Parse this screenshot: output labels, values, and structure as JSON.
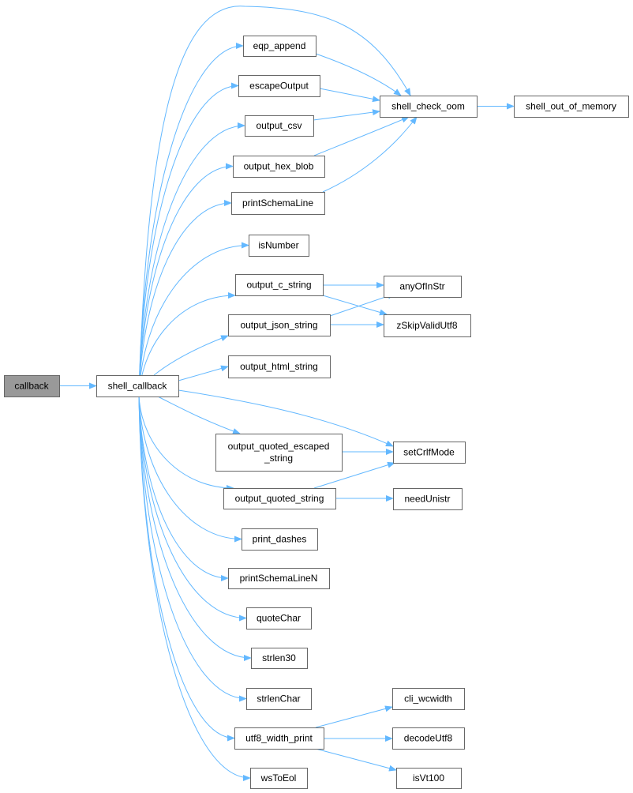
{
  "graph": {
    "edge_color": "#63b8ff",
    "node_border": "#666666",
    "node_fill": "#ffffff",
    "highlight_fill": "#999999",
    "nodes": [
      {
        "id": "callback",
        "lines": [
          "callback"
        ],
        "highlight": true
      },
      {
        "id": "shell_callback",
        "lines": [
          "shell_callback"
        ]
      },
      {
        "id": "eqp_append",
        "lines": [
          "eqp_append"
        ]
      },
      {
        "id": "escapeOutput",
        "lines": [
          "escapeOutput"
        ]
      },
      {
        "id": "output_csv",
        "lines": [
          "output_csv"
        ]
      },
      {
        "id": "output_hex_blob",
        "lines": [
          "output_hex_blob"
        ]
      },
      {
        "id": "printSchemaLine",
        "lines": [
          "printSchemaLine"
        ]
      },
      {
        "id": "isNumber",
        "lines": [
          "isNumber"
        ]
      },
      {
        "id": "output_c_string",
        "lines": [
          "output_c_string"
        ]
      },
      {
        "id": "output_json_string",
        "lines": [
          "output_json_string"
        ]
      },
      {
        "id": "output_html_string",
        "lines": [
          "output_html_string"
        ]
      },
      {
        "id": "output_quoted_escaped_string",
        "lines": [
          "output_quoted_escaped",
          "_string"
        ]
      },
      {
        "id": "output_quoted_string",
        "lines": [
          "output_quoted_string"
        ]
      },
      {
        "id": "print_dashes",
        "lines": [
          "print_dashes"
        ]
      },
      {
        "id": "printSchemaLineN",
        "lines": [
          "printSchemaLineN"
        ]
      },
      {
        "id": "quoteChar",
        "lines": [
          "quoteChar"
        ]
      },
      {
        "id": "strlen30",
        "lines": [
          "strlen30"
        ]
      },
      {
        "id": "strlenChar",
        "lines": [
          "strlenChar"
        ]
      },
      {
        "id": "utf8_width_print",
        "lines": [
          "utf8_width_print"
        ]
      },
      {
        "id": "wsToEol",
        "lines": [
          "wsToEol"
        ]
      },
      {
        "id": "shell_check_oom",
        "lines": [
          "shell_check_oom"
        ]
      },
      {
        "id": "shell_out_of_memory",
        "lines": [
          "shell_out_of_memory"
        ]
      },
      {
        "id": "anyOfInStr",
        "lines": [
          "anyOfInStr"
        ]
      },
      {
        "id": "zSkipValidUtf8",
        "lines": [
          "zSkipValidUtf8"
        ]
      },
      {
        "id": "setCrlfMode",
        "lines": [
          "setCrlfMode"
        ]
      },
      {
        "id": "needUnistr",
        "lines": [
          "needUnistr"
        ]
      },
      {
        "id": "cli_wcwidth",
        "lines": [
          "cli_wcwidth"
        ]
      },
      {
        "id": "decodeUtf8",
        "lines": [
          "decodeUtf8"
        ]
      },
      {
        "id": "isVt100",
        "lines": [
          "isVt100"
        ]
      }
    ],
    "edges": [
      [
        "callback",
        "shell_callback"
      ],
      [
        "shell_callback",
        "shell_check_oom"
      ],
      [
        "shell_callback",
        "eqp_append"
      ],
      [
        "shell_callback",
        "escapeOutput"
      ],
      [
        "shell_callback",
        "output_csv"
      ],
      [
        "shell_callback",
        "output_hex_blob"
      ],
      [
        "shell_callback",
        "printSchemaLine"
      ],
      [
        "shell_callback",
        "isNumber"
      ],
      [
        "shell_callback",
        "output_c_string"
      ],
      [
        "shell_callback",
        "output_json_string"
      ],
      [
        "shell_callback",
        "output_html_string"
      ],
      [
        "shell_callback",
        "setCrlfMode"
      ],
      [
        "shell_callback",
        "output_quoted_escaped_string"
      ],
      [
        "shell_callback",
        "output_quoted_string"
      ],
      [
        "shell_callback",
        "print_dashes"
      ],
      [
        "shell_callback",
        "printSchemaLineN"
      ],
      [
        "shell_callback",
        "quoteChar"
      ],
      [
        "shell_callback",
        "strlen30"
      ],
      [
        "shell_callback",
        "strlenChar"
      ],
      [
        "shell_callback",
        "utf8_width_print"
      ],
      [
        "shell_callback",
        "wsToEol"
      ],
      [
        "eqp_append",
        "shell_check_oom"
      ],
      [
        "escapeOutput",
        "shell_check_oom"
      ],
      [
        "output_csv",
        "shell_check_oom"
      ],
      [
        "output_hex_blob",
        "shell_check_oom"
      ],
      [
        "printSchemaLine",
        "shell_check_oom"
      ],
      [
        "shell_check_oom",
        "shell_out_of_memory"
      ],
      [
        "output_c_string",
        "anyOfInStr"
      ],
      [
        "output_c_string",
        "zSkipValidUtf8"
      ],
      [
        "output_json_string",
        "anyOfInStr"
      ],
      [
        "output_json_string",
        "zSkipValidUtf8"
      ],
      [
        "output_quoted_escaped_string",
        "setCrlfMode"
      ],
      [
        "output_quoted_string",
        "setCrlfMode"
      ],
      [
        "output_quoted_string",
        "needUnistr"
      ],
      [
        "utf8_width_print",
        "cli_wcwidth"
      ],
      [
        "utf8_width_print",
        "decodeUtf8"
      ],
      [
        "utf8_width_print",
        "isVt100"
      ]
    ]
  }
}
